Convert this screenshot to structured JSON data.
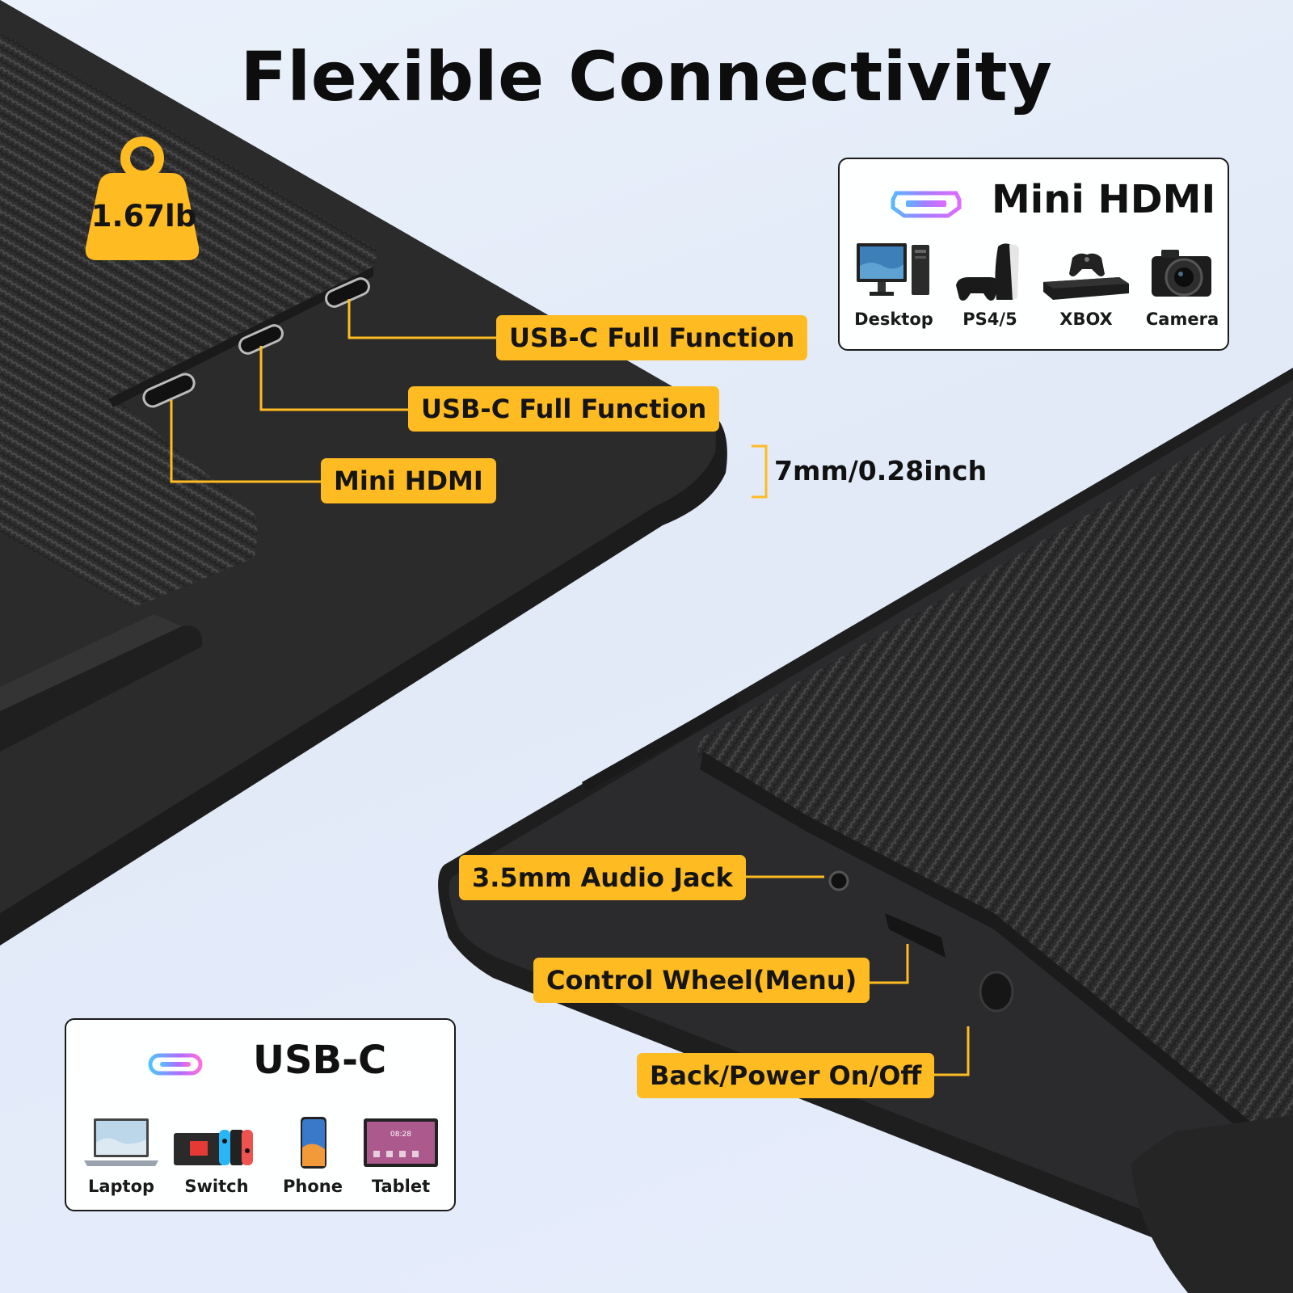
{
  "title": "Flexible Connectivity",
  "weight": "1.67lb",
  "thickness": "7mm/0.28inch",
  "top_callouts": [
    "USB-C Full Function",
    "USB-C Full Function",
    "Mini HDMI"
  ],
  "bottom_callouts": [
    "3.5mm Audio Jack",
    "Control Wheel(Menu)",
    "Back/Power On/Off"
  ],
  "hdmi_box": {
    "heading": "Mini HDMI",
    "icon": "hdmi-port-icon",
    "devices": [
      {
        "label": "Desktop",
        "icon": "desktop-icon"
      },
      {
        "label": "PS4/5",
        "icon": "playstation-icon"
      },
      {
        "label": "XBOX",
        "icon": "xbox-icon"
      },
      {
        "label": "Camera",
        "icon": "camera-icon"
      }
    ]
  },
  "usbc_box": {
    "heading": "USB-C",
    "icon": "usb-c-port-icon",
    "devices": [
      {
        "label": "Laptop",
        "icon": "laptop-icon"
      },
      {
        "label": "Switch",
        "icon": "switch-console-icon"
      },
      {
        "label": "Phone",
        "icon": "phone-icon"
      },
      {
        "label": "Tablet",
        "icon": "tablet-icon"
      }
    ]
  },
  "tablet_screen_time": "08:28",
  "colors": {
    "accent": "#ffbb22",
    "device_body": "#2a2a2a",
    "background": "#e6edf9"
  }
}
